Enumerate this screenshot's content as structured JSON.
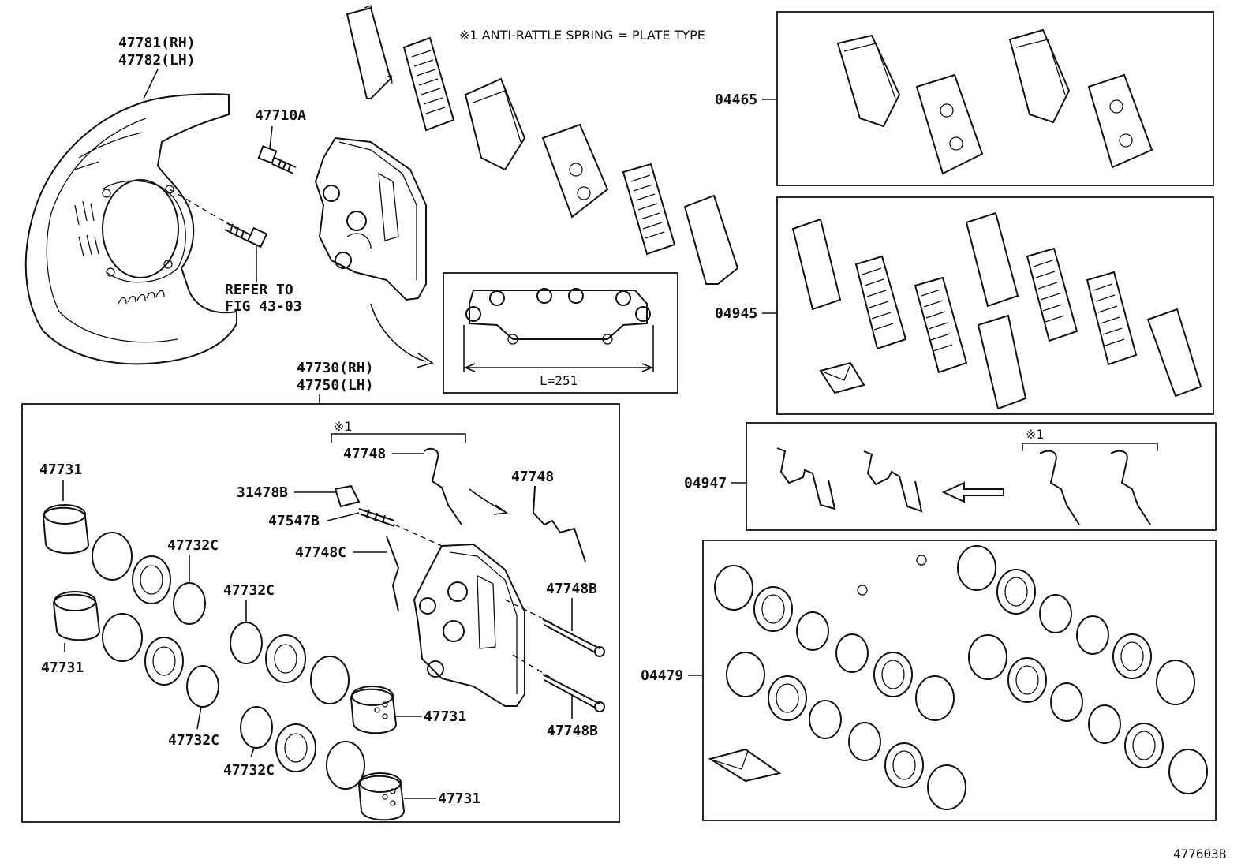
{
  "labels": {
    "shield": "47781(RH)\n47782(LH)",
    "shield_rh": "47781(RH)",
    "shield_lh": "47782(LH)",
    "bolt_a": "47710A",
    "refer_1": "REFER TO",
    "refer_2": "FIG 43-03",
    "caliper_rh": "47730(RH)",
    "caliper_lh": "47750(LH)",
    "note_top": "※1 ANTI-RATTLE SPRING = PLATE TYPE",
    "length": "L=251",
    "k04465": "04465",
    "k04945": "04945",
    "k04947": "04947",
    "k04479": "04479",
    "mark1": "※1",
    "p47748_a": "47748",
    "p47748_b": "47748",
    "p31478B": "31478B",
    "p47547B": "47547B",
    "p47748C": "47748C",
    "p47748B_a": "47748B",
    "p47748B_b": "47748B",
    "p47731_a": "47731",
    "p47731_b": "47731",
    "p47731_c": "47731",
    "p47731_d": "47731",
    "p47732C_a": "47732C",
    "p47732C_b": "47732C",
    "p47732C_c": "47732C",
    "p47732C_d": "47732C",
    "figure_id": "477603B"
  }
}
